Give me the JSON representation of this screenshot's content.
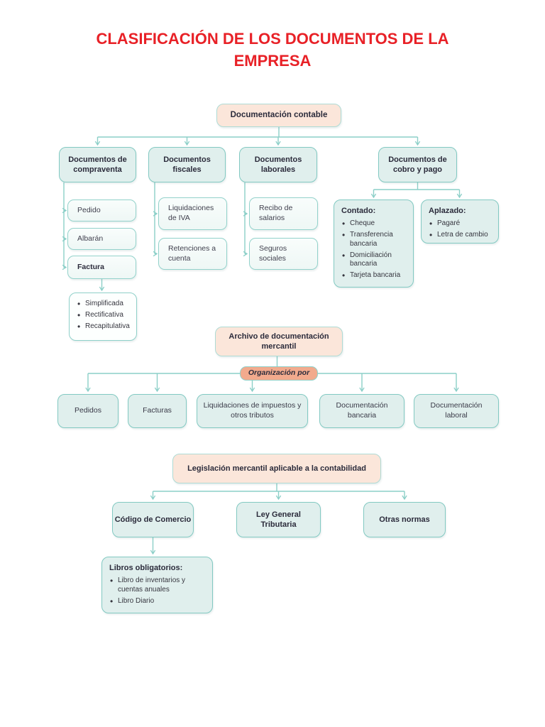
{
  "title": "CLASIFICACIÓN DE LOS DOCUMENTOS DE LA EMPRESA",
  "contable": {
    "root": "Documentación contable",
    "compraventa": {
      "label": "Documentos de compraventa",
      "items": [
        "Pedido",
        "Albarán",
        "Factura"
      ],
      "factura_tipos": [
        "Simplificada",
        "Rectificativa",
        "Recapitulativa"
      ]
    },
    "fiscales": {
      "label": "Documentos fiscales",
      "items": [
        "Liquidaciones de IVA",
        "Retenciones a cuenta"
      ]
    },
    "laborales": {
      "label": "Documentos laborales",
      "items": [
        "Recibo de salarios",
        "Seguros sociales"
      ]
    },
    "cobro_pago": {
      "label": "Documentos de cobro y pago",
      "contado": {
        "title": "Contado:",
        "items": [
          "Cheque",
          "Transferencia bancaria",
          "Domiciliación bancaria",
          "Tarjeta bancaria"
        ]
      },
      "aplazado": {
        "title": "Aplazado:",
        "items": [
          "Pagaré",
          "Letra de cambio"
        ]
      }
    }
  },
  "archivo": {
    "root": "Archivo de documentación mercantil",
    "organizacion": "Organización por",
    "items": [
      "Pedidos",
      "Facturas",
      "Liquidaciones de impuestos y otros tributos",
      "Documentación bancaria",
      "Documentación laboral"
    ]
  },
  "legislacion": {
    "root": "Legislación mercantil aplicable a la contabilidad",
    "items": [
      "Código de Comercio",
      "Ley General Tributaria",
      "Otras normas"
    ],
    "libros": {
      "title": "Libros obligatorios:",
      "items": [
        "Libro de inventarios y cuentas anuales",
        "Libro Diario"
      ]
    }
  },
  "colors": {
    "title_red": "#e82127",
    "box_pink_fill": "#fbe6da",
    "box_salmon_fill": "#f2aa8d",
    "mint_fill": "#e0efed",
    "mint_fill_light": "#f6fbfa",
    "teal_border": "#82c9c2",
    "line_teal": "#8ccfc8",
    "text_dark": "#2b2b3b"
  }
}
